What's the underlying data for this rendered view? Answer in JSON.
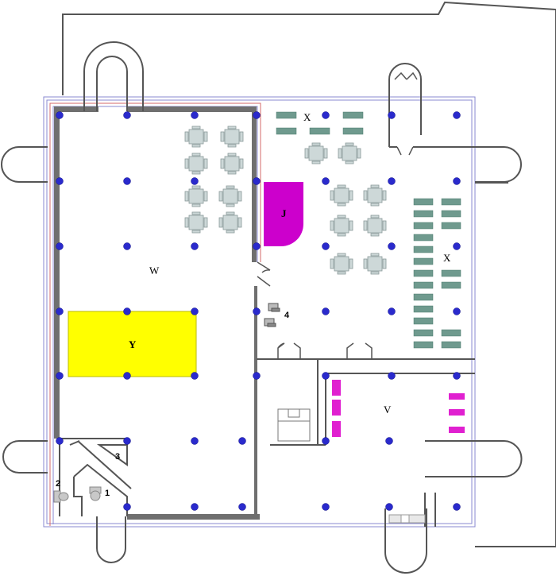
{
  "labels": {
    "room_w": "W",
    "room_x_top": "X",
    "room_x_right": "X",
    "room_y": "Y",
    "room_j": "J",
    "room_v": "V",
    "num_1": "1",
    "num_2": "2",
    "num_3": "3",
    "num_4": "4"
  },
  "colors": {
    "wall": "#6f6f6f",
    "outline": "#555555",
    "blue_line": "#8a8ad0",
    "red_line": "#d66a6a",
    "column": "#2a2acc",
    "room_y": "#ffff00",
    "room_j": "#cc00cc",
    "magenta_bar": "#e020d0",
    "table": "#6f9a8e",
    "chair": "#cdd8d8"
  }
}
